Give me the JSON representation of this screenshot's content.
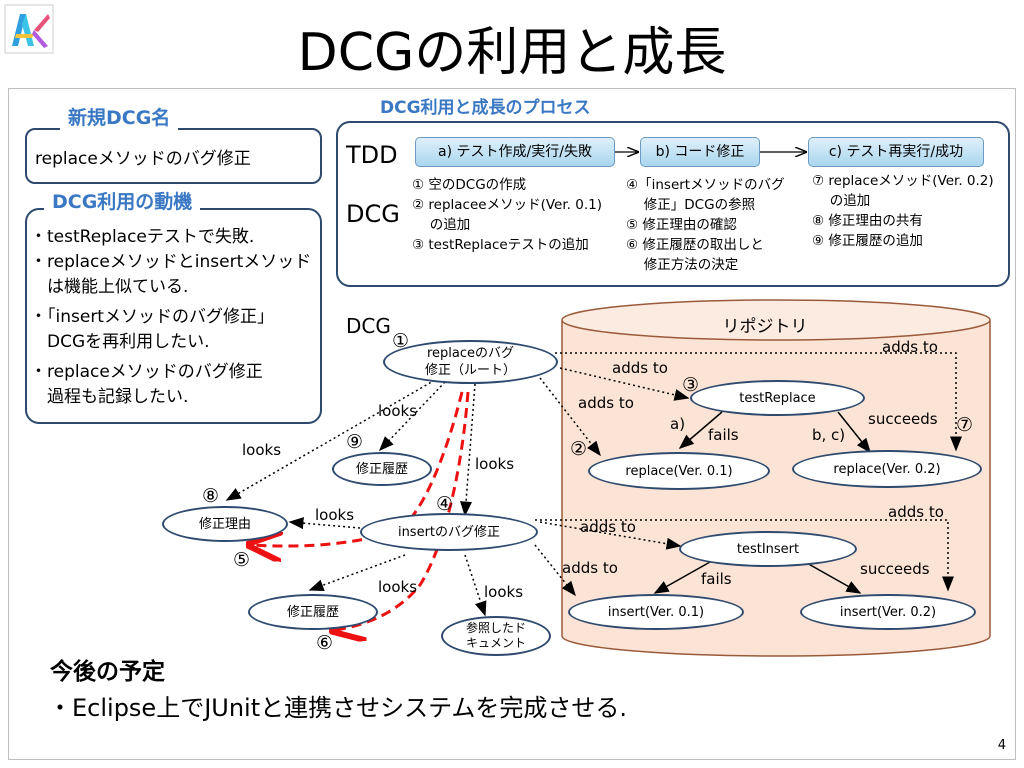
{
  "title": "DCGの利用と成長",
  "page_number": "4",
  "new_dcg": {
    "label": "新規DCG名",
    "value": "replaceメソッドのバグ修正"
  },
  "motive": {
    "label": "DCG利用の動機",
    "lines": [
      "・testReplaceテストで失敗.",
      "・replaceメソッドとinsertメソッド",
      "　は機能上似ている.",
      "・「insertメソッドのバグ修正」",
      "　DCGを再利用したい.",
      "・replaceメソッドのバグ修正",
      "　過程も記録したい."
    ]
  },
  "process": {
    "label": "DCG利用と成長のプロセス",
    "tdd_label": "TDD",
    "dcg_label": "DCG",
    "steps": [
      "a) テスト作成/実行/失敗",
      "b) コード修正",
      "c) テスト再実行/成功"
    ],
    "columns": [
      [
        "① 空のDCGの作成",
        "② replaceeメソッド(Ver. 0.1)",
        "　 の追加",
        "③ testReplaceテストの追加"
      ],
      [
        "④「insertメソッドのバグ",
        "　 修正」DCGの参照",
        "⑤ 修正理由の確認",
        "⑥ 修正履歴の取出しと",
        "　 修正方法の決定"
      ],
      [
        "⑦ replaceメソッド(Ver. 0.2)",
        "　 の追加",
        "⑧ 修正理由の共有",
        "⑨ 修正履歴の追加"
      ]
    ]
  },
  "diagram": {
    "dcg_label": "DCG",
    "repo_label": "リポジトリ",
    "nodes": {
      "replace_fix": "replaceのバグ\n修正（ルート）",
      "history_top": "修正履歴",
      "reason": "修正理由",
      "insert_fix": "insertのバグ修正",
      "history_bottom": "修正履歴",
      "docs": "参照したド\nキュメント",
      "test_replace": "testReplace",
      "replace_v01": "replace(Ver. 0.1)",
      "replace_v02": "replace(Ver. 0.2)",
      "test_insert": "testInsert",
      "insert_v01": "insert(Ver. 0.1)",
      "insert_v02": "insert(Ver. 0.2)"
    },
    "edge_labels": {
      "adds_to_1": "adds to",
      "adds_to_2": "adds to",
      "adds_to_3": "adds to",
      "adds_to_4": "adds to",
      "adds_to_5": "adds to",
      "adds_to_6": "adds to",
      "looks_1": "looks",
      "looks_2": "looks",
      "looks_3": "looks",
      "looks_4": "looks",
      "looks_5": "looks",
      "looks_6": "looks",
      "a": "a)",
      "fails_1": "fails",
      "bc": "b, c)",
      "succeeds_1": "succeeds",
      "fails_2": "fails",
      "succeeds_2": "succeeds"
    },
    "markers": {
      "m1": "①",
      "m2": "②",
      "m3": "③",
      "m4": "④",
      "m5": "⑤",
      "m6": "⑥",
      "m7": "⑦",
      "m8": "⑧",
      "m9": "⑨"
    }
  },
  "plan": {
    "title": "今後の予定",
    "item": "・Eclipse上でJUnitと連携させシステムを完成させる."
  }
}
